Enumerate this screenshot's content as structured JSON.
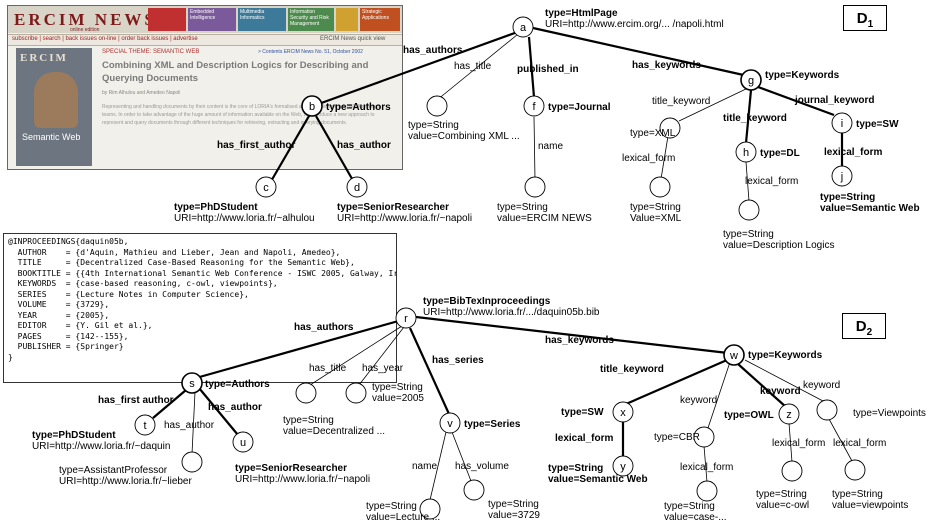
{
  "screenshot": {
    "brand": "ERCIM NEWS",
    "brand_sub": "online edition",
    "tiles": [
      "",
      "Embedded Intelligence",
      "Multimedia Informatics",
      "Information Security and Risk Management",
      "",
      "Strategic Applications"
    ],
    "nav": "subscribe | search | back issues on-line | order back issues | advertise",
    "quick_view": "ERCIM News quick view",
    "left_label1": "ERCIM",
    "left_label2": "Semantic Web",
    "special_theme": "SPECIAL THEME: SEMANTIC WEB",
    "contents": "> Contents ERCIM News No. 51, October 2002",
    "article_title": "Combining XML and Description Logics for Describing and Querying Documents",
    "byline": "by Rim Alhulou and Amedeo Napoli",
    "abstract": "Representing and handling documents by their content is the core of LORIA's formalised action involving three INRIA research teams. In order to take advantage of the huge amount of information available on the Web, we introduce a new approach to represent and query documents through different techniques for retrieving, extracting and querying documents."
  },
  "bibtex": "@INPROCEEDINGS{daquin05b,\n  AUTHOR    = {d'Aquin, Mathieu and Lieber, Jean and Napoli, Amedeo},\n  TITLE     = {Decentralized Case-Based Reasoning for the Semantic Web},\n  BOOKTITLE = {{4th International Semantic Web Conference - ISWC 2005, Galway, Irlande}},\n  KEYWORDS  = {case-based reasoning, c-owl, viewpoints},\n  SERIES    = {Lecture Notes in Computer Science},\n  VOLUME    = {3729},\n  YEAR      = {2005},\n  EDITOR    = {Y. Gil et al.},\n  PAGES     = {142--155},\n  PUBLISHER = {Springer}\n}",
  "d1": {
    "label_main": "D",
    "label_sub": "1",
    "nodes": {
      "a": "a",
      "b": "b",
      "c": "c",
      "d": "d",
      "f": "f",
      "g": "g",
      "h": "h",
      "i": "i",
      "j": "j"
    },
    "edges": {
      "has_authors": "has_authors",
      "has_title": "has_title",
      "published_in": "published_in",
      "has_keywords": "has_keywords",
      "has_first_author": "has_first_author",
      "has_author": "has_author",
      "name": "name",
      "title_keyword_1": "title_keyword",
      "title_keyword_2": "title_keyword",
      "journal_keyword": "journal_keyword",
      "lexical_form_xml": "lexical_form",
      "lexical_form_dl": "lexical_form",
      "lexical_form_sw": "lexical_form"
    },
    "labels": {
      "a_type": "type=HtmlPage",
      "a_uri": "URI=http://www.ercim.org/... /napoli.html",
      "b_type": "type=Authors",
      "c_type": "type=PhDStudent",
      "c_uri": "URI=http://www.loria.fr/~alhulou",
      "d_type": "type=SeniorResearcher",
      "d_uri": "URI=http://www.loria.fr/~napoli",
      "title_type": "type=String",
      "title_value": "value=Combining XML ...",
      "f_type": "type=Journal",
      "name_type": "type=String",
      "name_value": "value=ERCIM NEWS",
      "g_type": "type=Keywords",
      "xml_type": "type=XML",
      "xml_str_type": "type=String",
      "xml_str_value": "Value=XML",
      "h_type": "type=DL",
      "dl_str_type": "type=String",
      "dl_str_value": "value=Description Logics",
      "i_type": "type=SW",
      "j_type": "type=String",
      "j_value": "value=Semantic Web"
    }
  },
  "d2": {
    "label_main": "D",
    "label_sub": "2",
    "nodes": {
      "r": "r",
      "s": "s",
      "t": "t",
      "u": "u",
      "v": "v",
      "w": "w",
      "x": "x",
      "y": "y",
      "z": "z"
    },
    "edges": {
      "has_authors": "has_authors",
      "has_title": "has_title",
      "has_year": "has_year",
      "has_series": "has_series",
      "has_keywords": "has_keywords",
      "has_first_author": "has_first author",
      "has_author_1": "has_author",
      "has_author_2": "has_author",
      "name": "name",
      "has_volume": "has_volume",
      "title_keyword": "title_keyword",
      "keyword_1": "keyword",
      "keyword_2": "keyword",
      "keyword_3": "keyword",
      "lexical_form_sw": "lexical_form",
      "lexical_form_cbr": "lexical_form",
      "lexical_form_owl": "lexical_form",
      "lexical_form_vp": "lexical_form"
    },
    "labels": {
      "r_type": "type=BibTexInproceedings",
      "r_uri": "URI=http://www.loria.fr/.../daquin05b.bib",
      "s_type": "type=Authors",
      "t_type": "type=PhDStudent",
      "t_uri": "URI=http://www.loria.fr/~daquin",
      "lieber_type": "type=AssistantProfessor",
      "lieber_uri": "URI=http://www.loria.fr/~lieber",
      "u_type": "type=SeniorResearcher",
      "u_uri": "URI=http://www.loria.fr/~napoli",
      "title_type": "type=String",
      "title_value": "value=Decentralized ...",
      "year_type": "type=String",
      "year_value": "value=2005",
      "v_type": "type=Series",
      "name_type": "type=String",
      "name_value": "value=Lecture ...",
      "vol_type": "type=String",
      "vol_value": "value=3729",
      "w_type": "type=Keywords",
      "x_type": "type=SW",
      "y_type": "type=String",
      "y_value": "value=Semantic Web",
      "cbr_type": "type=CBR",
      "cbr_str_type": "type=String",
      "cbr_str_value": "value=case-...",
      "z_type": "type=OWL",
      "owl_str_type": "type=String",
      "owl_str_value": "value=c-owl",
      "vp_type": "type=Viewpoints",
      "vp_str_type": "type=String",
      "vp_str_value": "value=viewpoints"
    }
  }
}
